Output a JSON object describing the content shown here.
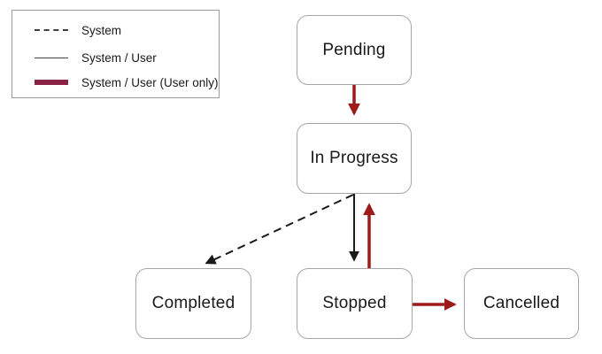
{
  "diagram": {
    "nodes": [
      {
        "id": "pending",
        "label": "Pending"
      },
      {
        "id": "in-progress",
        "label": "In Progress"
      },
      {
        "id": "completed",
        "label": "Completed"
      },
      {
        "id": "stopped",
        "label": "Stopped"
      },
      {
        "id": "cancelled",
        "label": "Cancelled"
      }
    ],
    "edges": [
      {
        "from": "pending",
        "to": "in-progress",
        "type": "system-user-user-only",
        "style": "thick-red"
      },
      {
        "from": "in-progress",
        "to": "completed",
        "type": "system",
        "style": "dashed-black"
      },
      {
        "from": "in-progress",
        "to": "stopped",
        "type": "system-user",
        "style": "solid-black"
      },
      {
        "from": "stopped",
        "to": "in-progress",
        "type": "system-user-user-only",
        "style": "thick-red"
      },
      {
        "from": "stopped",
        "to": "cancelled",
        "type": "system-user-user-only",
        "style": "thick-red"
      }
    ]
  },
  "legend": {
    "items": [
      {
        "label": "System",
        "style": "dashed"
      },
      {
        "label": "System / User",
        "style": "solid"
      },
      {
        "label": "System / User (User only)",
        "style": "thick"
      }
    ]
  },
  "colors": {
    "arrow_red": "#9e1b1b",
    "arrow_black": "#1a1a1a",
    "legend_maroon": "#8b2346",
    "box_border": "#a6a6a6"
  }
}
